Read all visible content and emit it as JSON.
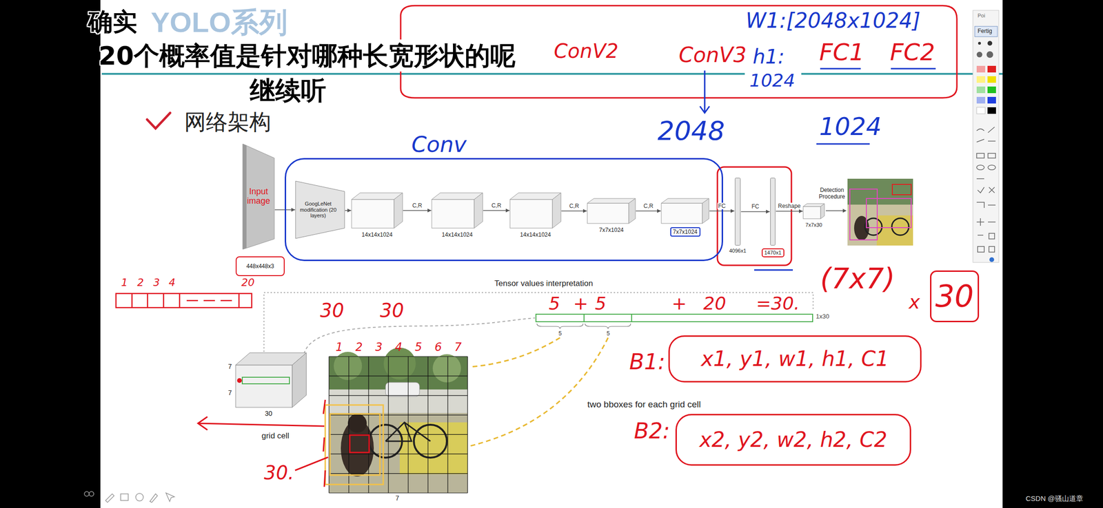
{
  "diagram": {
    "title": "YOLO系列",
    "nodes": [
      {
        "text": [
          "Input image"
        ]
      },
      {
        "text": [
          "448x448x3"
        ]
      },
      {
        "text": [
          "Conv"
        ]
      },
      {
        "text": [
          "GoogLeNet modification (20 layers)"
        ],
        "in": 2
      },
      {
        "text": [
          "14x14x1024"
        ],
        "in": 2
      },
      {
        "text": [
          "14x14x1024"
        ],
        "in": 2
      },
      {
        "text": [
          "14x14x1024"
        ],
        "in": 2
      },
      {
        "text": [
          "7x7x1024"
        ],
        "in": 2
      },
      {
        "text": [
          "7x7x1024"
        ],
        "in": 2
      },
      {
        "text": [
          "4096x1"
        ]
      },
      {
        "text": [
          "1470x1"
        ]
      },
      {
        "text": [
          "7x7x30"
        ]
      },
      {
        "text": [
          "30"
        ]
      },
      {
        "text": [
          "7",
          "7",
          "30"
        ]
      },
      {
        "text": [
          "x1, y1, w1, h1, C1"
        ]
      },
      {
        "text": [
          "x2, y2, w2, h2, C2"
        ]
      }
    ],
    "edges": [
      {
        "from": 0,
        "to": 3,
        "arrow": "to"
      },
      {
        "from": 3,
        "to": 4,
        "arrow": "to"
      },
      {
        "from": 4,
        "to": 5,
        "label": "C,R",
        "arrow": "to"
      },
      {
        "from": 5,
        "to": 6,
        "label": "C,R",
        "arrow": "to"
      },
      {
        "from": 6,
        "to": 7,
        "label": "C,R",
        "arrow": "to"
      },
      {
        "from": 7,
        "to": 8,
        "label": "C,R",
        "arrow": "to"
      },
      {
        "from": 8,
        "to": 9,
        "label": "FC",
        "arrow": "to"
      },
      {
        "from": 9,
        "to": 10,
        "label": "FC",
        "arrow": "to"
      },
      {
        "from": 10,
        "to": 11,
        "label": "Reshape",
        "arrow": "to"
      }
    ],
    "labels": [
      "确实",
      "20个概率值是针对哪种长宽形状的呢",
      "继续听",
      "网络架构",
      "ConV2",
      "ConV3",
      "W1:[2048x1024]",
      "h1:",
      "1024",
      "FC1",
      "FC2",
      "2048",
      "1024",
      "Detection Procedure",
      "1",
      "2",
      "3",
      "4",
      "20",
      "Tensor values interpretation",
      "30",
      "30",
      "5",
      "+",
      "5",
      "+",
      "20",
      "=30.",
      "1x30",
      "5",
      "5",
      "(7x7)",
      "x",
      "B1:",
      "1",
      "2",
      "3",
      "4",
      "5",
      "6",
      "7",
      "grid cell",
      "two bboxes for each grid cell",
      "B2:",
      "30.",
      "7",
      "Poi",
      "Fertig",
      "CSDN @骚山道章"
    ]
  }
}
